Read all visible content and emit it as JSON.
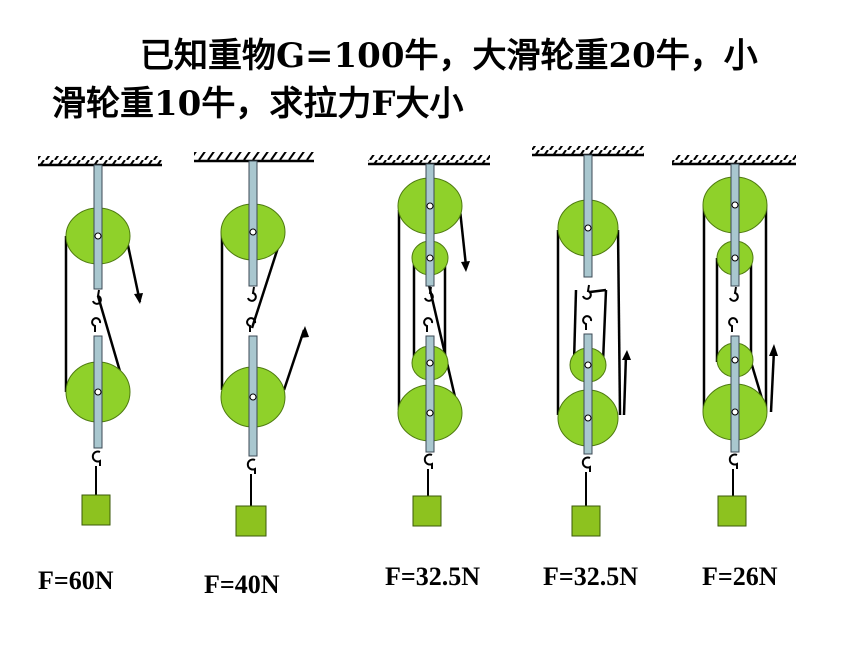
{
  "question": {
    "line1": "已知重物G=100牛，大滑轮重20牛，小",
    "line2": "滑轮重10牛，求拉力F大小"
  },
  "answers": [
    "F=60N",
    "F=40N",
    "F=32.5N",
    "F=32.5N",
    "F=26N"
  ],
  "colors": {
    "pulley": "#8fd12a",
    "pulley_stroke": "#4e7a10",
    "weight": "#8dc21f",
    "axle_bar": "#a9c7cf",
    "rope": "#000000"
  }
}
